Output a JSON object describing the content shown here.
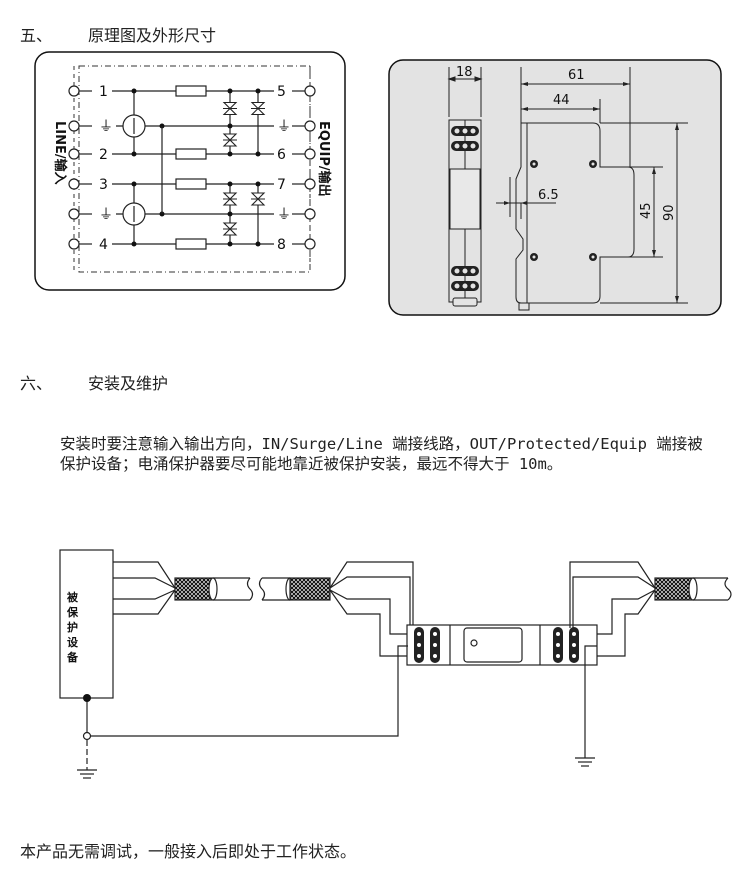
{
  "section5": {
    "number": "五、",
    "title": "原理图及外形尺寸"
  },
  "schematic": {
    "input_label": "LINE/输入",
    "output_label": "EQUIP/输出",
    "input_pins": [
      "1",
      "⏚",
      "2",
      "3",
      "⏚",
      "4"
    ],
    "output_pins": [
      "5",
      "⏚",
      "6",
      "7",
      "⏚",
      "8"
    ]
  },
  "dimensions": {
    "width": "18",
    "depth_total": "61",
    "depth_front": "44",
    "rail_offset": "6.5",
    "mount_spacing": "45",
    "height": "90",
    "background": "#e3e3e3"
  },
  "section6": {
    "number": "六、",
    "title": "安装及维护"
  },
  "instructions": {
    "line1": "安装时要注意输入输出方向，IN/Surge/Line 端接线路，OUT/Protected/Equip 端接被",
    "line2": "保护设备；电涌保护器要尽可能地靠近被保护安装，最远不得大于 10m。"
  },
  "wiring": {
    "protected_device_label": [
      "被",
      "保",
      "护",
      "设",
      "备"
    ]
  },
  "footer": {
    "note": "本产品无需调试，一般接入后即处于工作状态。"
  }
}
